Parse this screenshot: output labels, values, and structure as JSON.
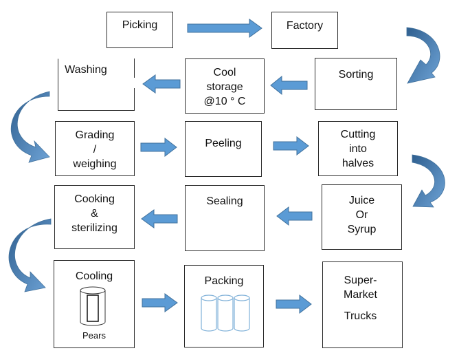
{
  "diagram": {
    "steps": {
      "picking": "Picking",
      "factory": "Factory",
      "sorting": "Sorting",
      "cool_storage": "Cool\nstorage\n@10 ° C",
      "washing": "Washing",
      "grading": "Grading\n/\nweighing",
      "peeling": "Peeling",
      "cutting": "Cutting\ninto\nhalves",
      "juice": "Juice\nOr\nSyrup",
      "sealing": "Sealing",
      "cooking": "Cooking\n&\nsterilizing",
      "cooling": "Cooling",
      "cooling_sub": "Pears",
      "packing": "Packing",
      "supermarket": "Super-\nMarket",
      "trucks": "Trucks"
    },
    "colors": {
      "arrow_fill": "#5b9bd5",
      "arrow_stroke": "#41719c",
      "curve_dark": "#3b6796"
    },
    "icons": {
      "single_can": "can-icon",
      "three_cans": "cans-icon"
    }
  }
}
